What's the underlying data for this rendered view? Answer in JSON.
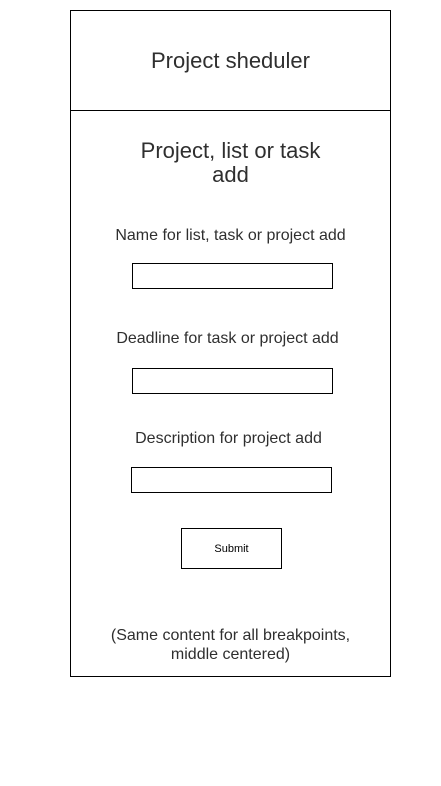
{
  "header": {
    "title": "Project sheduler"
  },
  "form": {
    "title": "Project, list or task\nadd",
    "name_label": "Name for list, task or project add",
    "name_value": "",
    "deadline_label": "Deadline for task or project add",
    "deadline_value": "",
    "description_label": "Description for project add",
    "description_value": "",
    "submit_label": "Submit"
  },
  "footnote": "(Same content for  all breakpoints,\nmiddle centered)"
}
